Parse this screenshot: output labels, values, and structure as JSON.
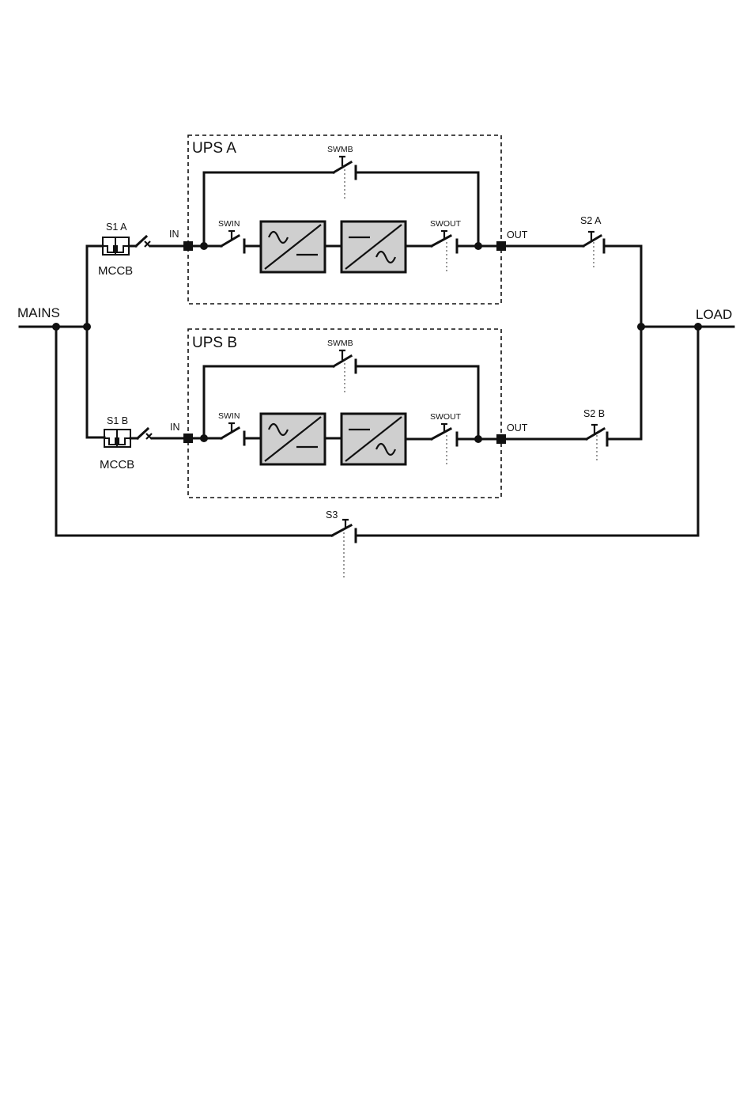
{
  "labels": {
    "mains": "MAINS",
    "load": "LOAD",
    "s3": "S3"
  },
  "branches": [
    {
      "ups_title": "UPS A",
      "breaker_label": "S1 A",
      "breaker_type": "MCCB",
      "in_label": "IN",
      "out_label": "OUT",
      "swin_label": "SWIN",
      "swout_label": "SWOUT",
      "swmb_label": "SWMB",
      "output_switch_label": "S2 A"
    },
    {
      "ups_title": "UPS B",
      "breaker_label": "S1 B",
      "breaker_type": "MCCB",
      "in_label": "IN",
      "out_label": "OUT",
      "swin_label": "SWIN",
      "swout_label": "SWOUT",
      "swmb_label": "SWMB",
      "output_switch_label": "S2 B"
    }
  ]
}
